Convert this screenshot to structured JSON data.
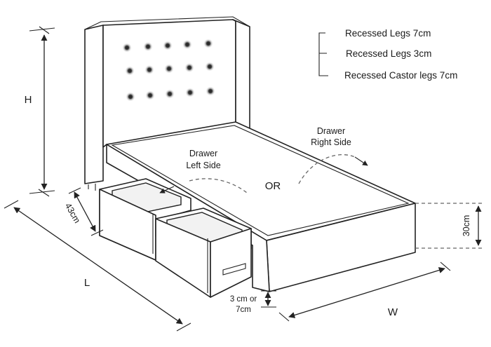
{
  "legend": {
    "items": [
      "Recessed Legs 7cm",
      "Recessed Legs 3cm",
      "Recessed Castor legs 7cm"
    ]
  },
  "labels": {
    "height": "H",
    "length": "L",
    "width": "W",
    "drawer_depth": "43cm",
    "side_height": "30cm",
    "leg_line1": "3 cm or",
    "leg_line2": "7cm",
    "drawer_left_line1": "Drawer",
    "drawer_left_line2": "Left Side",
    "drawer_right_line1": "Drawer",
    "drawer_right_line2": "Right Side",
    "or": "OR"
  }
}
